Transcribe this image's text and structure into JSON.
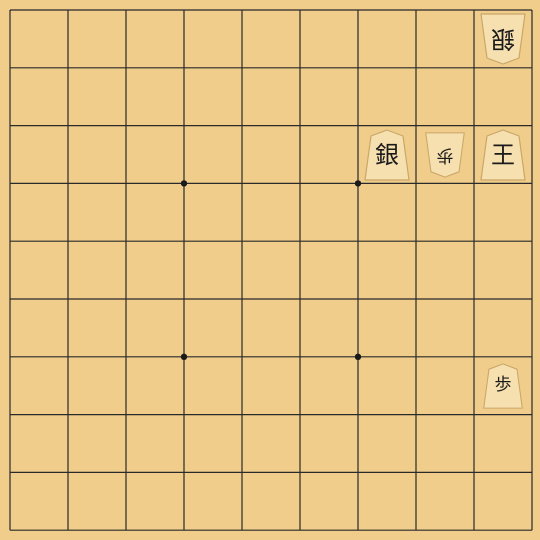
{
  "board": {
    "files": 9,
    "ranks": 9,
    "colors": {
      "board": "#f0cd8b",
      "line": "#2a2a2a",
      "piece_face": "#f7e0b0",
      "piece_edge": "#c9a768",
      "piece_text": "#1a1a1a"
    }
  },
  "pieces": [
    {
      "id": "silver-top",
      "label": "銀",
      "col": 9,
      "row": 1,
      "owner": "gote",
      "size": "normal"
    },
    {
      "id": "king",
      "label": "王",
      "col": 9,
      "row": 3,
      "owner": "sente",
      "size": "normal"
    },
    {
      "id": "pawn-gote",
      "label": "歩",
      "col": 8,
      "row": 3,
      "owner": "gote",
      "size": "small"
    },
    {
      "id": "silver-mid",
      "label": "銀",
      "col": 7,
      "row": 3,
      "owner": "sente",
      "size": "normal"
    },
    {
      "id": "pawn-sente",
      "label": "歩",
      "col": 9,
      "row": 7,
      "owner": "sente",
      "size": "small"
    }
  ]
}
